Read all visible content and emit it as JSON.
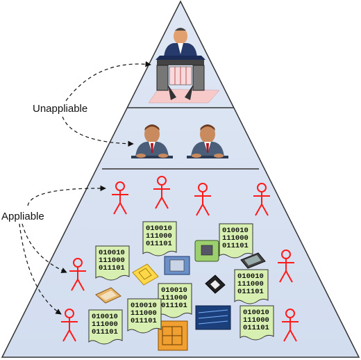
{
  "labels": {
    "upper": "Unappliable",
    "lower": "Appliable"
  },
  "binary_card": [
    "010010",
    "111000",
    "011101"
  ],
  "colors": {
    "pyramid_fill": "#d8e2f1",
    "pyramid_stroke": "#333333",
    "stick_figure": "#ff1a1a",
    "card_fill": "#d7efb0",
    "arrow": "#111111"
  },
  "icons": [
    "executive-desk-icon",
    "manager-icon",
    "worker-stick-figure-icon",
    "binary-data-card-icon",
    "computer-chip-icon"
  ]
}
